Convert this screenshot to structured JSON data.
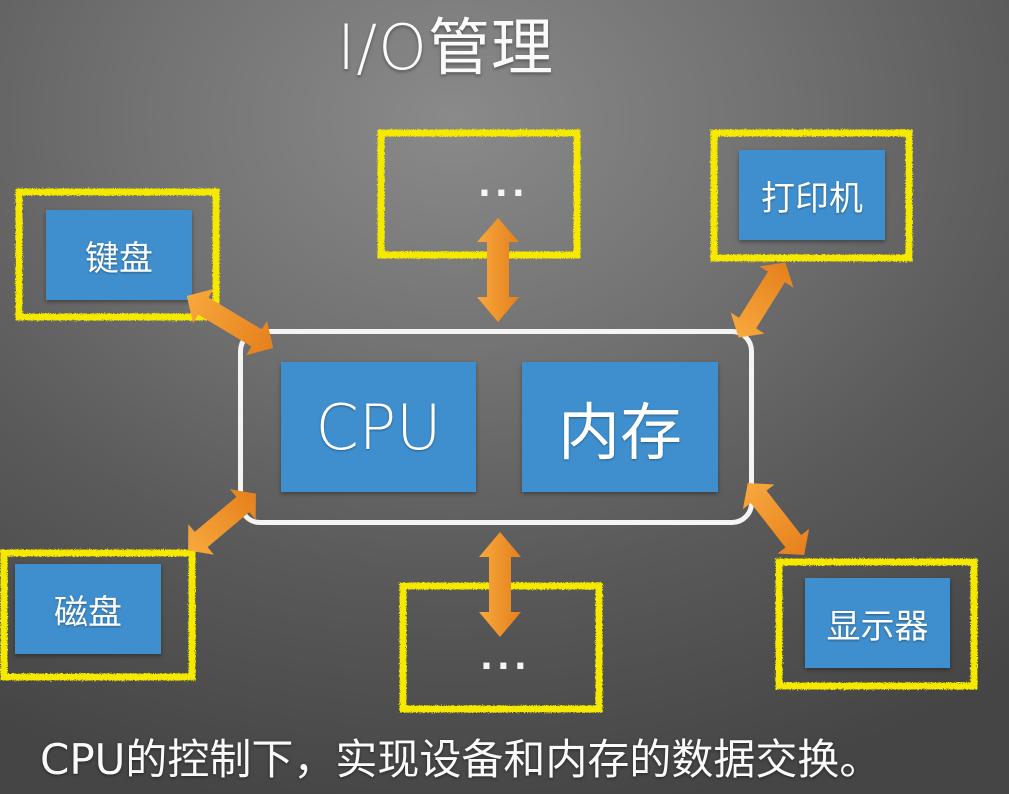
{
  "title": "I/O管理",
  "core": {
    "cpu_label": "CPU",
    "memory_label": "内存"
  },
  "devices": {
    "keyboard": "键盘",
    "printer": "打印机",
    "disk": "磁盘",
    "display": "显示器",
    "other_top": "...",
    "other_bottom": "..."
  },
  "caption": "CPU的控制下，实现设备和内存的数据交换。",
  "colors": {
    "box_blue": "#3f8fce",
    "highlight_yellow": "#f5e900",
    "arrow_orange": "#f0922a",
    "frame_white": "#f4f4f4"
  }
}
